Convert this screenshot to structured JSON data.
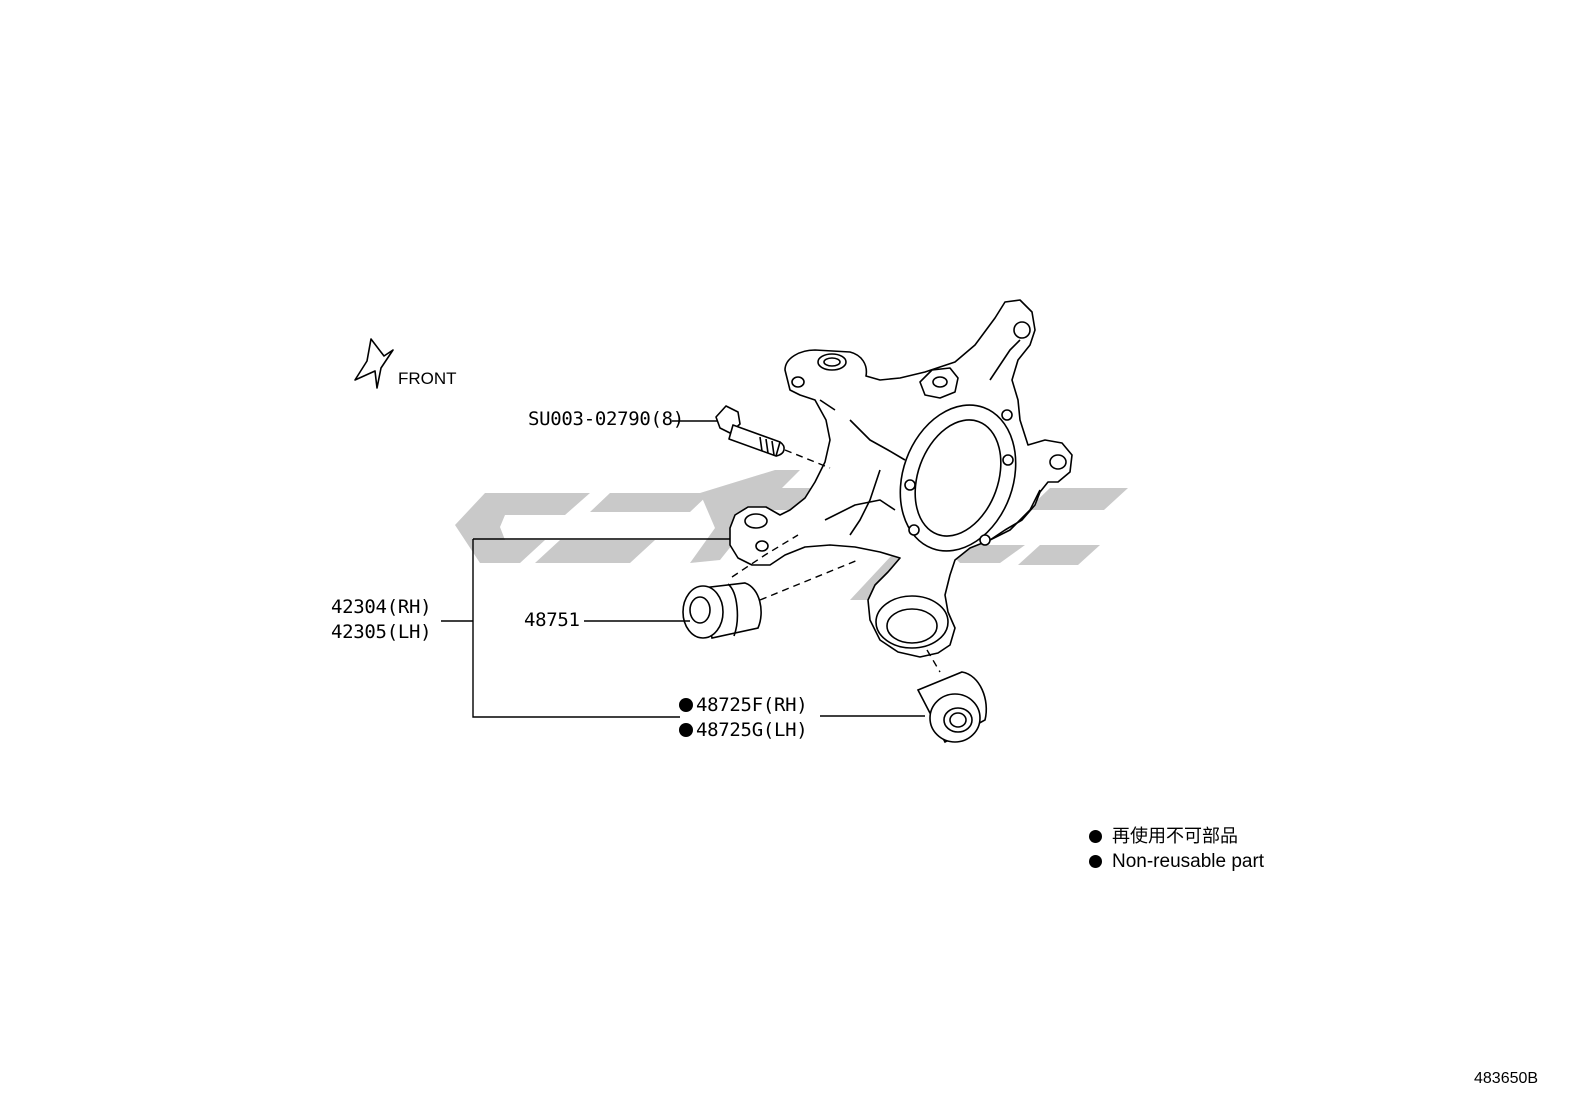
{
  "front_label": "FRONT",
  "callouts": {
    "bolt": "SU003-02790(8)",
    "knuckle_rh": "42304(RH)",
    "knuckle_lh": "42305(LH)",
    "bushing": "48751",
    "bushing_rh": "48725F(RH)",
    "bushing_lh": "48725G(LH)"
  },
  "legend": {
    "line_jp": "再使用不可部品",
    "line_en": "Non-reusable part"
  },
  "diagram_id": "483650B",
  "watermark_color": "#c8c8c8",
  "line_color": "#000000"
}
